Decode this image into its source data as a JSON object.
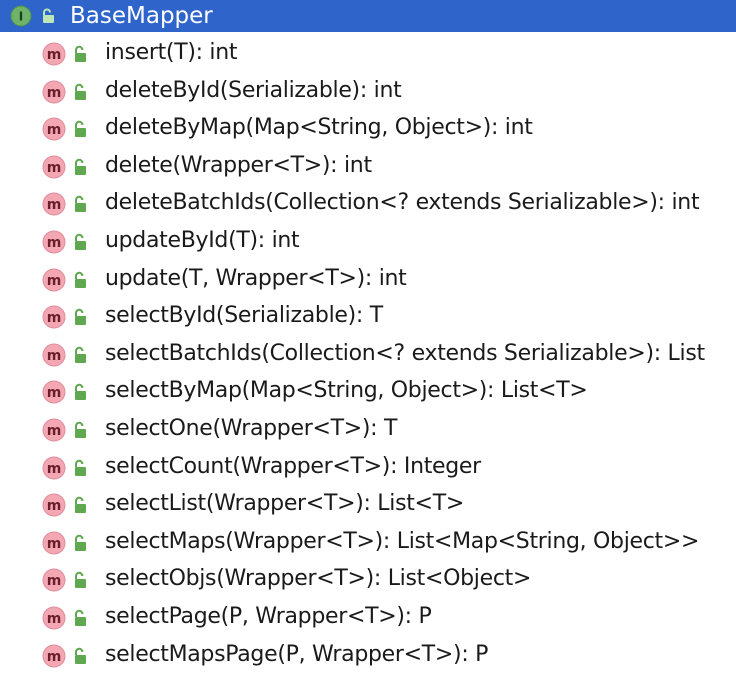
{
  "header": {
    "label": "BaseMapper",
    "icon": "interface-icon",
    "icon_letter": "I",
    "selected_bg": "#2f65ca"
  },
  "methods": [
    {
      "label": "insert(T): int"
    },
    {
      "label": "deleteById(Serializable): int"
    },
    {
      "label": "deleteByMap(Map<String, Object>): int"
    },
    {
      "label": "delete(Wrapper<T>): int"
    },
    {
      "label": "deleteBatchIds(Collection<? extends Serializable>): int"
    },
    {
      "label": "updateById(T): int"
    },
    {
      "label": "update(T, Wrapper<T>): int"
    },
    {
      "label": "selectById(Serializable): T"
    },
    {
      "label": "selectBatchIds(Collection<? extends Serializable>): List"
    },
    {
      "label": "selectByMap(Map<String, Object>): List<T>"
    },
    {
      "label": "selectOne(Wrapper<T>): T"
    },
    {
      "label": "selectCount(Wrapper<T>): Integer"
    },
    {
      "label": "selectList(Wrapper<T>): List<T>"
    },
    {
      "label": "selectMaps(Wrapper<T>): List<Map<String, Object>>"
    },
    {
      "label": "selectObjs(Wrapper<T>): List<Object>"
    },
    {
      "label": "selectPage(P, Wrapper<T>): P"
    },
    {
      "label": "selectMapsPage(P, Wrapper<T>): P"
    }
  ],
  "icons": {
    "method_icon": "method-icon",
    "method_icon_letter": "m",
    "method_icon_color": "#f2a7b3",
    "lock_icon": "lock-icon",
    "lock_color": "#5fa84f"
  }
}
